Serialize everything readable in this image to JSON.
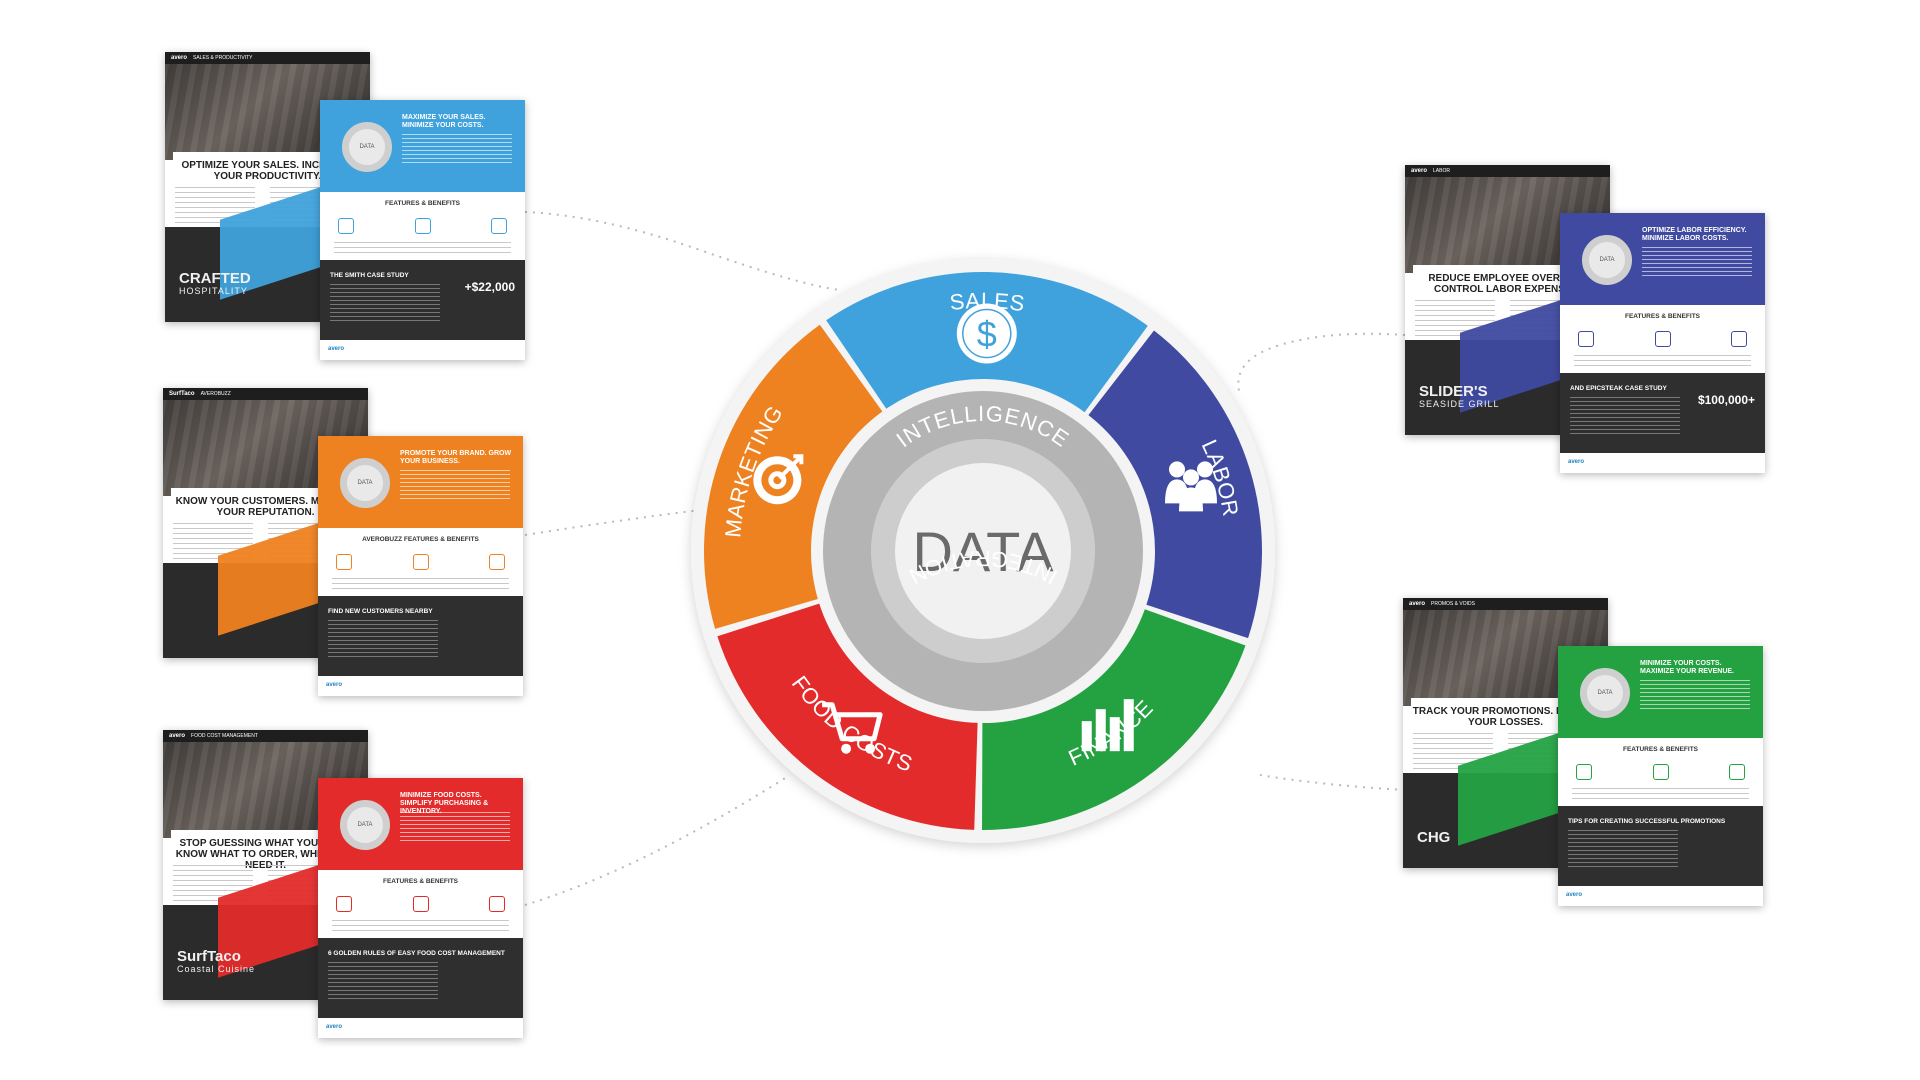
{
  "center": {
    "label": "DATA",
    "ring_top": "INTELLIGENCE",
    "ring_bottom": "INTEGRATION"
  },
  "segments": [
    {
      "key": "sales",
      "label": "SALES",
      "color": "#3fa2dc",
      "icon": "dollar-icon"
    },
    {
      "key": "labor",
      "label": "LABOR",
      "color": "#3f4aa0",
      "icon": "people-icon"
    },
    {
      "key": "finance",
      "label": "FINANCE",
      "color": "#24a242",
      "icon": "bar-chart-icon"
    },
    {
      "key": "food_costs",
      "label": "FOOD COSTS",
      "color": "#e42b2b",
      "icon": "cart-icon"
    },
    {
      "key": "marketing",
      "label": "MARKETING",
      "color": "#ef8220",
      "icon": "target-icon"
    }
  ],
  "ring_color": "#b4b4b4",
  "flyers": [
    {
      "key": "sales",
      "accent": "#3fa2dc",
      "topbar": "SALES & PRODUCTIVITY",
      "headline": "OPTIMIZE YOUR SALES. INCREASE YOUR PRODUCTIVITY.",
      "client": "CRAFTED",
      "client_sub": "HOSPITALITY",
      "front_title": "MAXIMIZE YOUR SALES. MINIMIZE YOUR COSTS.",
      "features": "FEATURES & BENEFITS",
      "case_title": "THE SMITH CASE STUDY",
      "stat": "+$22,000"
    },
    {
      "key": "marketing",
      "accent": "#ef8220",
      "topbar": "AVEROBUZZ",
      "headline": "KNOW YOUR CUSTOMERS. MANAGE YOUR REPUTATION.",
      "client": "",
      "client_sub": "",
      "front_title": "PROMOTE YOUR BRAND. GROW YOUR BUSINESS.",
      "features": "AVEROBUZZ FEATURES & BENEFITS",
      "case_title": "FIND NEW CUSTOMERS NEARBY",
      "stat": ""
    },
    {
      "key": "food_costs",
      "accent": "#e42b2b",
      "topbar": "FOOD COST MANAGEMENT",
      "headline": "STOP GUESSING WHAT YOU NEED. KNOW WHAT TO ORDER, WHEN YOU NEED IT.",
      "client": "SurfTaco",
      "client_sub": "Coastal Cuisine",
      "front_title": "MINIMIZE FOOD COSTS. SIMPLIFY PURCHASING & INVENTORY.",
      "features": "FEATURES & BENEFITS",
      "case_title": "6 GOLDEN RULES OF EASY FOOD COST MANAGEMENT",
      "stat": ""
    },
    {
      "key": "labor",
      "accent": "#3f4aa0",
      "topbar": "LABOR",
      "headline": "REDUCE EMPLOYEE OVERTIME. CONTROL LABOR EXPENSES.",
      "client": "SLIDER'S",
      "client_sub": "SEASIDE GRILL",
      "front_title": "OPTIMIZE LABOR EFFICIENCY. MINIMIZE LABOR COSTS.",
      "features": "FEATURES & BENEFITS",
      "case_title": "AND EPICSTEAK CASE STUDY",
      "stat": "$100,000+"
    },
    {
      "key": "finance",
      "accent": "#24a242",
      "topbar": "PROMOS & VOIDS",
      "headline": "TRACK YOUR PROMOTIONS. REDUCE YOUR LOSSES.",
      "client": "CHG",
      "client_sub": "",
      "front_title": "MINIMIZE YOUR COSTS. MAXIMIZE YOUR REVENUE.",
      "features": "FEATURES & BENEFITS",
      "case_title": "TIPS FOR CREATING SUCCESSFUL PROMOTIONS",
      "stat": ""
    }
  ]
}
